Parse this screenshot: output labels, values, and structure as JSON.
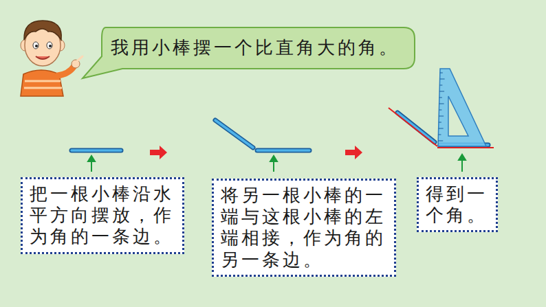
{
  "diagram": {
    "nodes": [
      {
        "text": [
          "我用小棒摆一个比直角大的角。"
        ]
      },
      {
        "text": [
          "把一根小棒沿水平方向摆放，作为角的一条边。"
        ]
      },
      {
        "text": [
          "将另一根小棒的一端与这根小棒的左端相接，作为角的另一条边。"
        ]
      },
      {
        "text": [
          "得到一个角。"
        ]
      }
    ]
  }
}
